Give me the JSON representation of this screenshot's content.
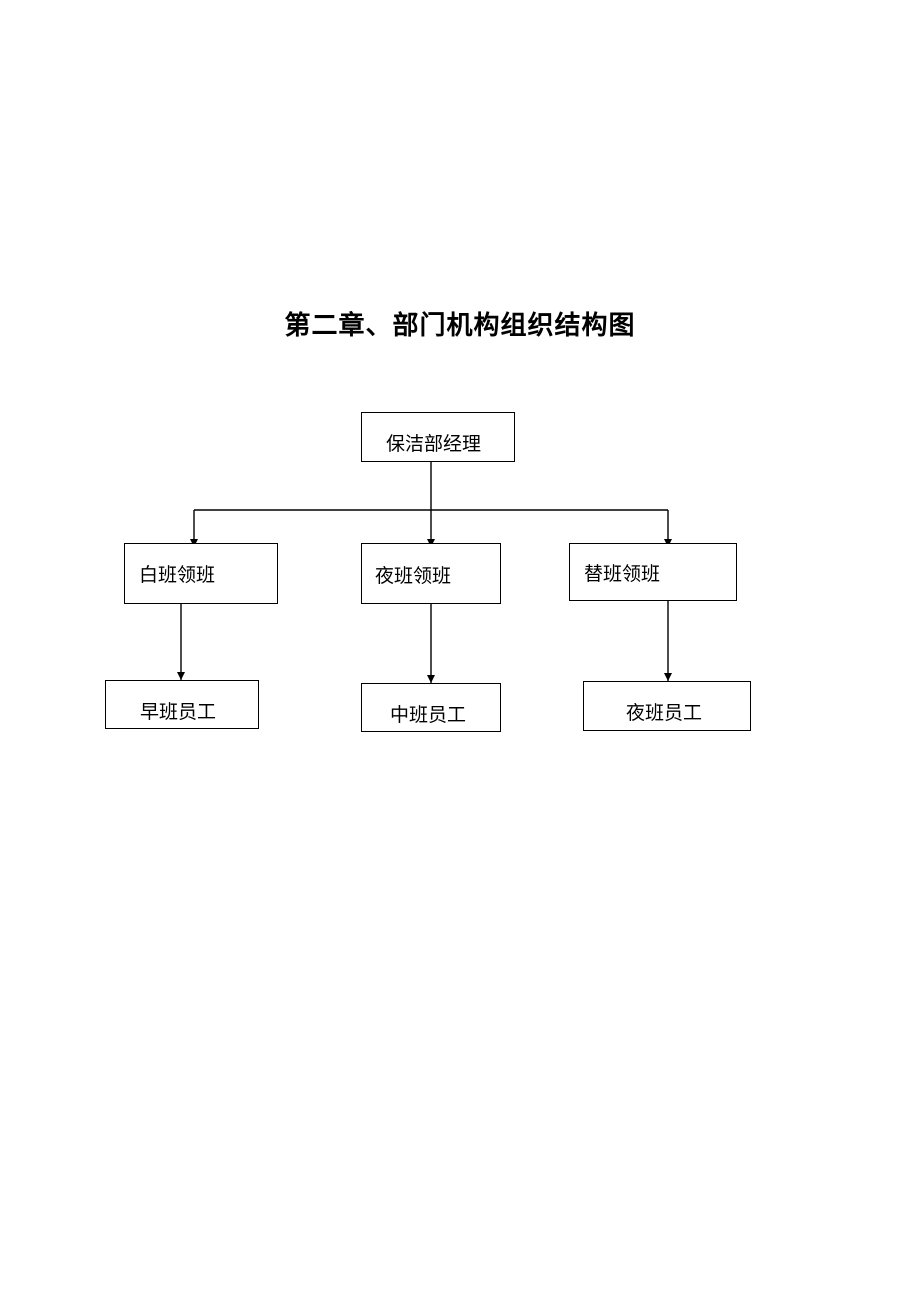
{
  "document": {
    "title": "第二章、部门机构组织结构图"
  },
  "org_chart": {
    "root": {
      "label": "保洁部经理"
    },
    "supervisors": [
      {
        "label": "白班领班"
      },
      {
        "label": "夜班领班"
      },
      {
        "label": "替班领班"
      }
    ],
    "staff": [
      {
        "label": "早班员工"
      },
      {
        "label": "中班员工"
      },
      {
        "label": "夜班员工"
      }
    ]
  }
}
